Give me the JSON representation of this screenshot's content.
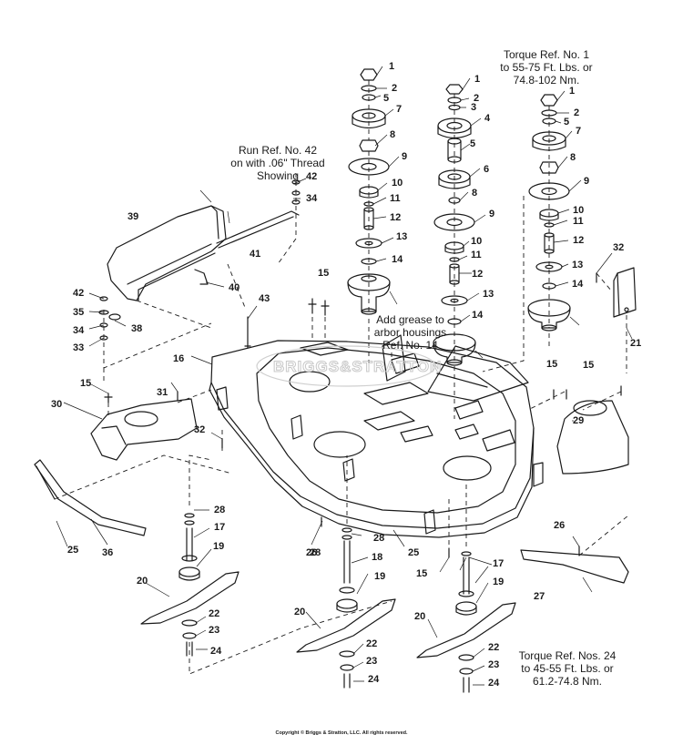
{
  "notes": {
    "torque_1": "Torque Ref. No. 1\nto 55-75 Ft. Lbs. or\n74.8-102 Nm.",
    "run_42": "Run Ref. No. 42\non with .06\" Thread\nShowing",
    "grease_14": "Add grease to\narbor housings\nRef. No. 14",
    "torque_24": "Torque Ref. Nos. 24\nto 45-55 Ft. Lbs. or\n61.2-74.8 Nm."
  },
  "copyright": "Copyright © Briggs & Stratton, LLC. All rights reserved.",
  "watermark": "BRIGGS&STRATTON",
  "callouts": {
    "left_arbor": [
      "1",
      "2",
      "5",
      "7",
      "8",
      "9",
      "10",
      "11",
      "12",
      "13",
      "14"
    ],
    "center_arbor": [
      "1",
      "2",
      "3",
      "4",
      "5",
      "6",
      "8",
      "9",
      "10",
      "11",
      "12",
      "13",
      "14"
    ],
    "right_arbor": [
      "1",
      "2",
      "5",
      "7",
      "8",
      "9",
      "10",
      "11",
      "12",
      "13",
      "14"
    ],
    "deck_hardware": [
      "42",
      "34",
      "39",
      "41",
      "40",
      "42",
      "35",
      "34",
      "33",
      "38",
      "15",
      "43",
      "16",
      "15",
      "31",
      "30",
      "32",
      "29",
      "15",
      "32",
      "21",
      "15",
      "36",
      "25",
      "26",
      "25",
      "15",
      "28",
      "26",
      "27"
    ],
    "blade_left": [
      "28",
      "17",
      "19",
      "20",
      "22",
      "23",
      "24"
    ],
    "blade_center": [
      "28",
      "18",
      "19",
      "20",
      "22",
      "23",
      "24"
    ],
    "blade_right": [
      "17",
      "19",
      "20",
      "22",
      "23",
      "24"
    ]
  }
}
